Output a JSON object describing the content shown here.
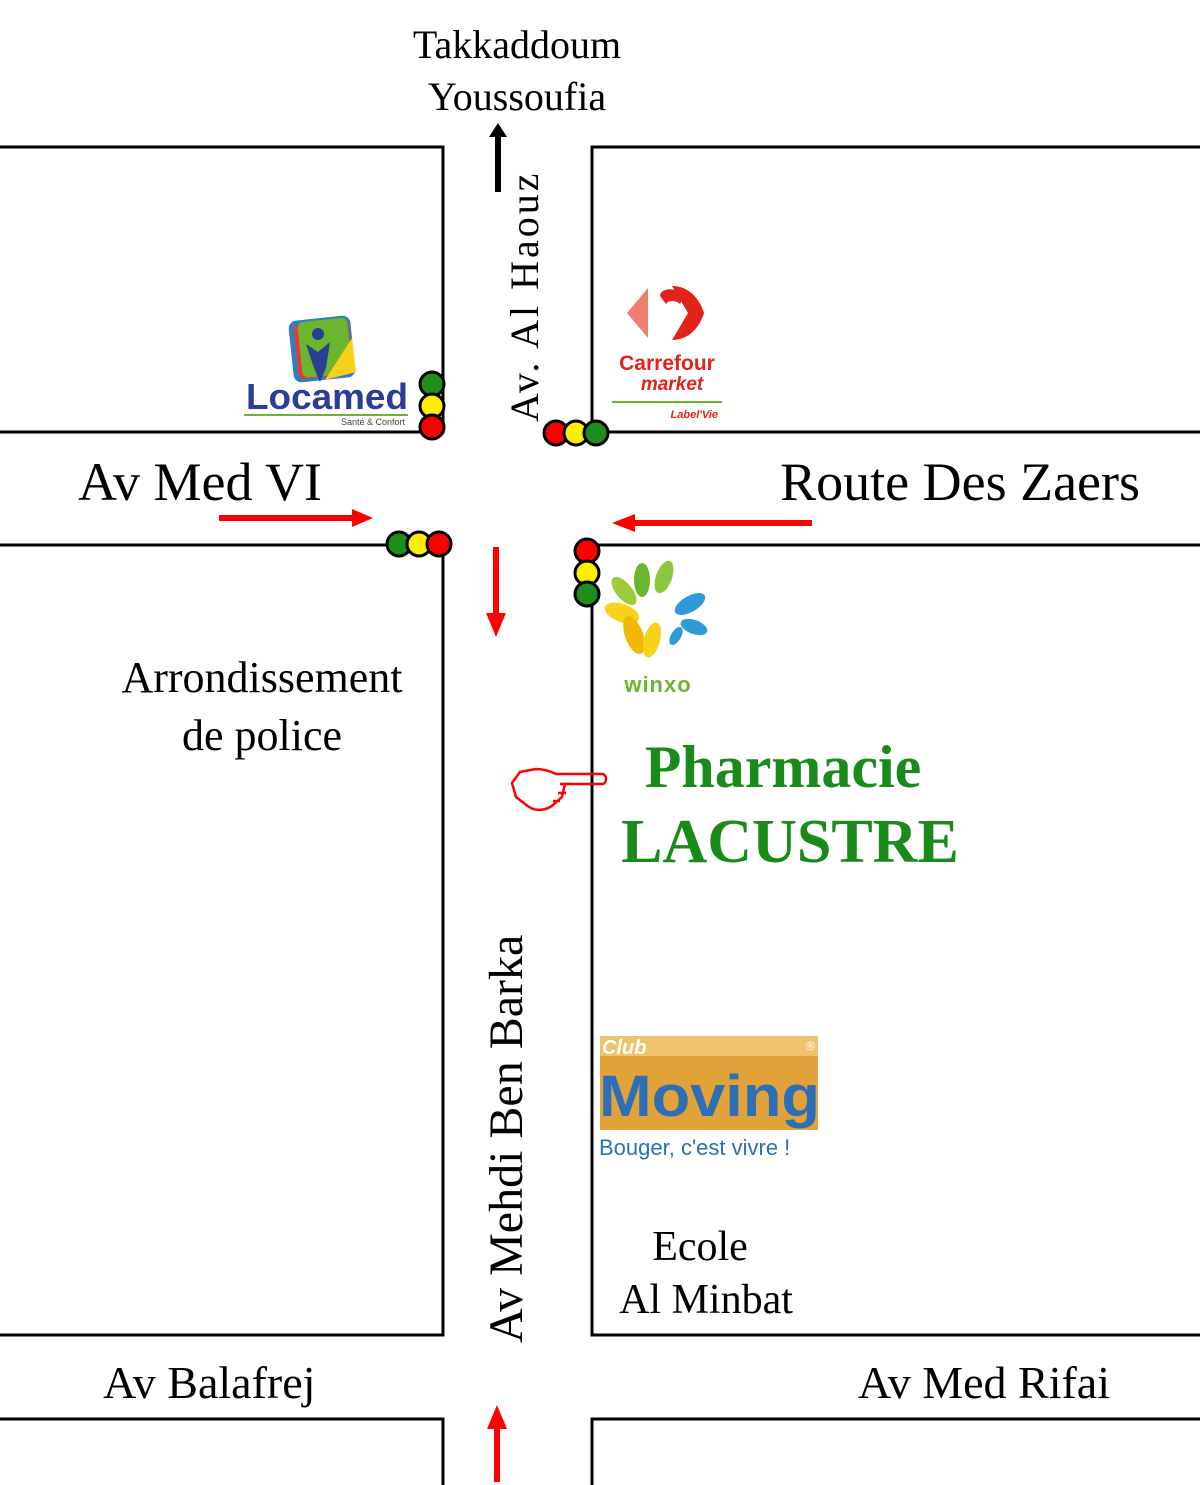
{
  "destination": {
    "line1": "Takkaddoum",
    "line2": "Youssoufia"
  },
  "streets": {
    "north_street": "Av. Al Haouz",
    "west_street": "Av Med VI",
    "east_street": "Route Des Zaers",
    "main_street": "Av Mehdi Ben Barka",
    "south_west_street": "Av Balafrej",
    "south_east_street": "Av Med Rifai"
  },
  "landmarks": {
    "police_line1": "Arrondissement",
    "police_line2": "de police",
    "school_line1": "Ecole",
    "school_line2": "Al Minbat"
  },
  "logos": {
    "locamed": {
      "name": "Locamed",
      "tagline": "Santé & Confort"
    },
    "carrefour": {
      "line1": "Carrefour",
      "line2": "market",
      "line3": "Label'Vie"
    },
    "winxo": {
      "name": "winxo"
    },
    "club_moving": {
      "top": "Club",
      "name": "Moving",
      "slogan": "Bouger, c'est vivre !",
      "mark": "®"
    }
  },
  "pharmacy": {
    "line1": "Pharmacie",
    "line2": "LACUSTRE"
  },
  "colors": {
    "road_line": "#000000",
    "arrow_red": "#ff0000",
    "pharmacy_green": "#1a8a1a",
    "light_red": "#ff0000",
    "light_yellow": "#ffee00",
    "light_green": "#1e8f1e",
    "locamed_blue": "#2a3e95",
    "carrefour_red": "#e2231a",
    "winxo_green": "#6cb52e",
    "moving_orange": "#e1a23a",
    "moving_blue": "#2c6fb7"
  }
}
